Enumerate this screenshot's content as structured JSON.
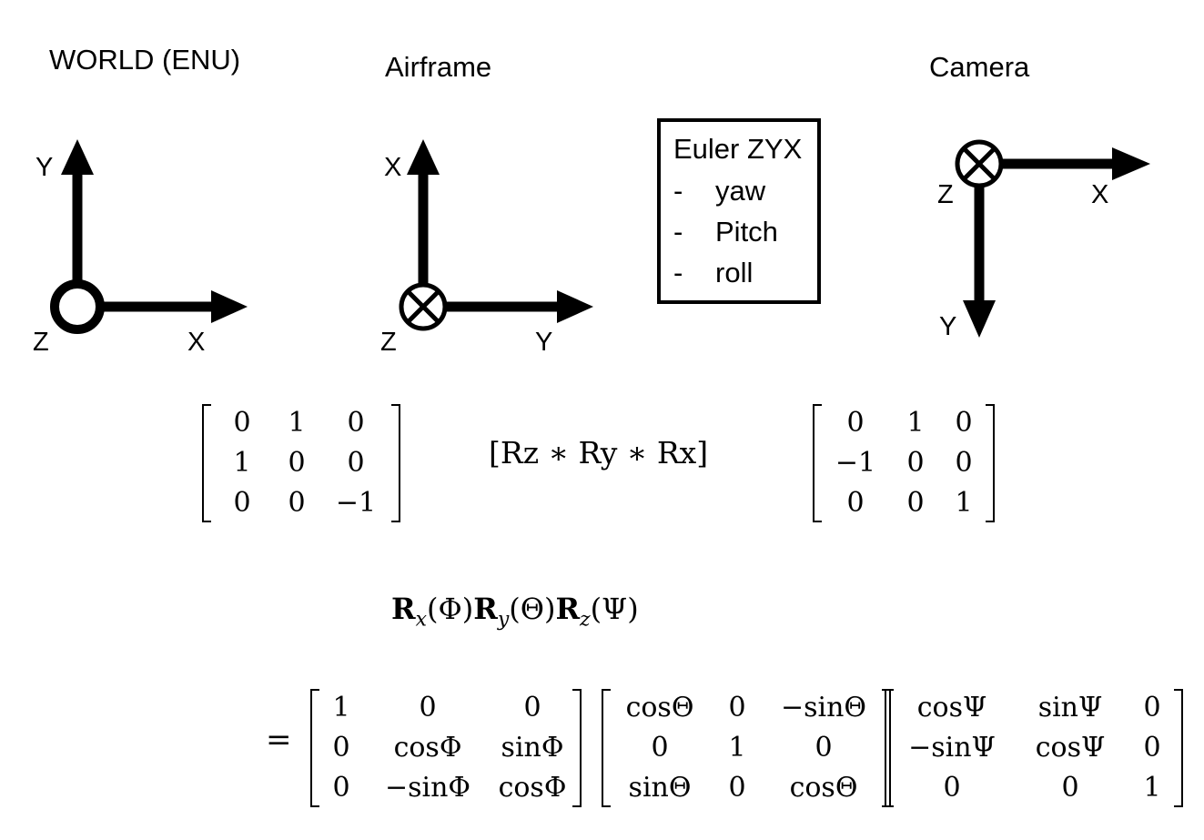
{
  "frames": {
    "world": {
      "title": "WORLD (ENU)",
      "label_y": "Y",
      "label_x": "X",
      "label_z": "Z"
    },
    "airframe": {
      "title": "Airframe",
      "label_x": "X",
      "label_y": "Y",
      "label_z": "Z"
    },
    "camera": {
      "title": "Camera",
      "label_z": "Z",
      "label_x": "X",
      "label_y": "Y"
    }
  },
  "euler_box": {
    "heading": "Euler ZYX",
    "items": [
      {
        "dash": "-",
        "text": "yaw"
      },
      {
        "dash": "-",
        "text": "Pitch"
      },
      {
        "dash": "-",
        "text": "roll"
      }
    ]
  },
  "matrices": {
    "world_to_airframe": [
      [
        "0",
        "1",
        "0"
      ],
      [
        "1",
        "0",
        "0"
      ],
      [
        "0",
        "0",
        "−1"
      ]
    ],
    "composition": "[Rz ∗ Ry ∗ Rx]",
    "airframe_to_camera": [
      [
        "0",
        "1",
        "0"
      ],
      [
        "−1",
        "0",
        "0"
      ],
      [
        "0",
        "0",
        "1"
      ]
    ]
  },
  "rotation_product": {
    "r1": "R",
    "r1_sub": "x",
    "r1_arg": "(Φ)",
    "r2": "R",
    "r2_sub": "y",
    "r2_arg": "(Θ)",
    "r3": "R",
    "r3_sub": "z",
    "r3_arg": "(Ψ)"
  },
  "equals": "=",
  "rx": [
    [
      "1",
      "0",
      "0"
    ],
    [
      "0",
      "cosΦ",
      "sinΦ"
    ],
    [
      "0",
      "−sinΦ",
      "cosΦ"
    ]
  ],
  "ry": [
    [
      "cosΘ",
      "0",
      "−sinΘ"
    ],
    [
      "0",
      "1",
      "0"
    ],
    [
      "sinΘ",
      "0",
      "cosΘ"
    ]
  ],
  "rz": [
    [
      "cosΨ",
      "sinΨ",
      "0"
    ],
    [
      "−sinΨ",
      "cosΨ",
      "0"
    ],
    [
      "0",
      "0",
      "1"
    ]
  ]
}
